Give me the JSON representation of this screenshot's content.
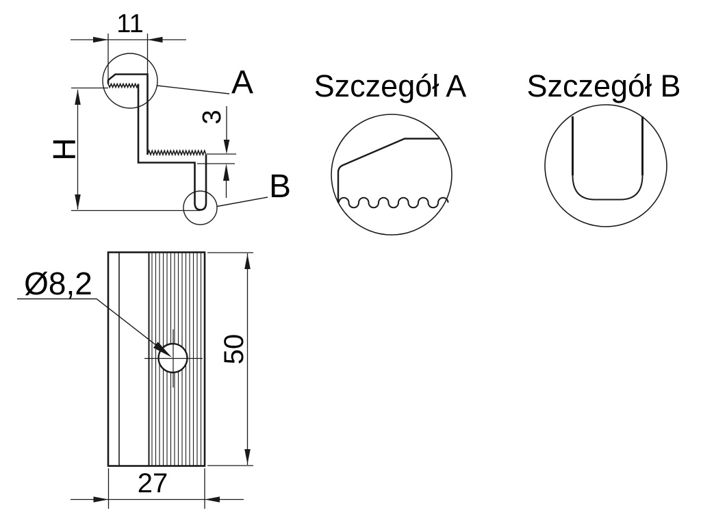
{
  "colors": {
    "background": "#ffffff",
    "line": "#1a1a1a",
    "text": "#000000"
  },
  "profile_view": {
    "dim_top_width": "11",
    "dim_height": "H",
    "dim_thickness": "3",
    "detail_a_label": "A",
    "detail_b_label": "B"
  },
  "detail_a": {
    "title": "Szczegół A"
  },
  "detail_b": {
    "title": "Szczegół B"
  },
  "plan_view": {
    "dim_hole_diameter": "Ø8,2",
    "dim_length": "50",
    "dim_width": "27"
  }
}
